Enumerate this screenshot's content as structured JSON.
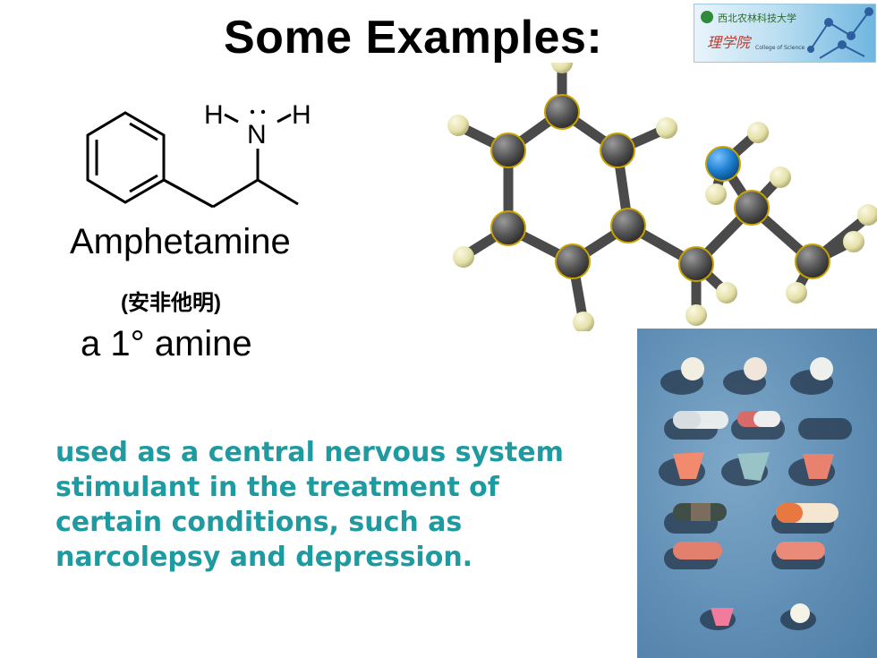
{
  "slide": {
    "title": "Some Examples:",
    "compound": {
      "name": "Amphetamine",
      "chinese_name": "(安非他明)",
      "classification": "a 1° amine",
      "structure_labels": {
        "nitrogen": "N",
        "hydrogen_left": "H",
        "hydrogen_right": "H"
      }
    },
    "description": "used as a central nervous system stimulant in the treatment of certain conditions, such as narcolepsy and depression.",
    "colors": {
      "description_text": "#1e9aa0",
      "carbon_atom": "#555555",
      "hydrogen_atom": "#e4e0a8",
      "nitrogen_atom": "#1d7fd0",
      "bond": "#4a4a4a"
    }
  },
  "banner": {
    "university_name": "西北农林科技大学",
    "college_name": "理学院",
    "college_name_en": "College of Science"
  }
}
